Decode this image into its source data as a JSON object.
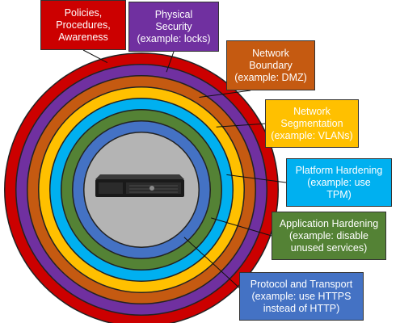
{
  "layers": [
    {
      "id": "policies",
      "color": "#cc0000",
      "lines": [
        "Policies,",
        "Procedures,",
        "Awareness"
      ]
    },
    {
      "id": "physical",
      "color": "#7030a0",
      "lines": [
        "Physical",
        "Security",
        "(example: locks)"
      ]
    },
    {
      "id": "network-boundary",
      "color": "#c55a11",
      "lines": [
        "Network",
        "Boundary",
        "(example: DMZ)"
      ]
    },
    {
      "id": "network-segmentation",
      "color": "#ffc000",
      "lines": [
        "Network",
        "Segmentation",
        "(example: VLANs)"
      ]
    },
    {
      "id": "platform-hardening",
      "color": "#00b0f0",
      "lines": [
        "Platform Hardening",
        "(example: use",
        "TPM)"
      ]
    },
    {
      "id": "application-hardening",
      "color": "#548235",
      "lines": [
        "Application Hardening",
        "(example: disable",
        "unused services)"
      ]
    },
    {
      "id": "protocol-transport",
      "color": "#4472c4",
      "lines": [
        "Protocol and Transport",
        "(example: use HTTPS",
        "instead of HTTP)"
      ]
    }
  ],
  "core": {
    "color": "#b4b4b4",
    "icon": "server-icon"
  }
}
